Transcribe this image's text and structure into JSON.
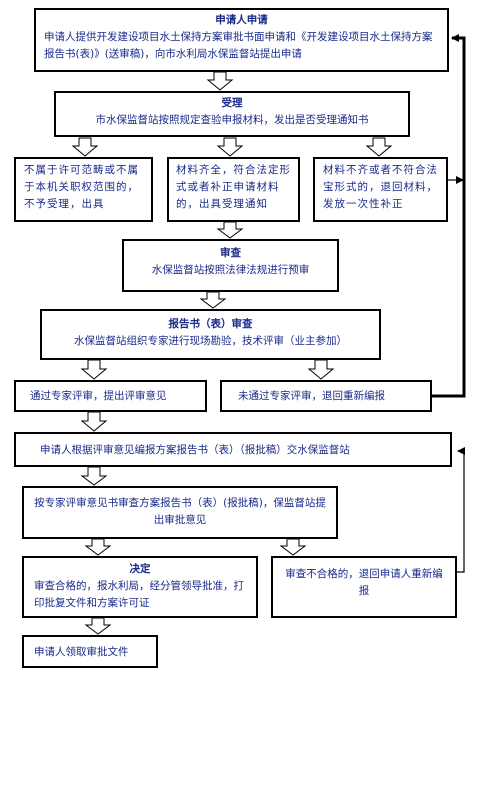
{
  "nodes": {
    "apply": {
      "title": "申请人申请",
      "text": "申请人提供开发建设项目水土保持方案审批书面申请和《开发建设项目水土保持方案报告书(表)》(送审稿)，向市水利局水保监督站提出申请"
    },
    "accept": {
      "title": "受理",
      "text": "市水保监督站按照规定查验申报材料，发出是否受理通知书"
    },
    "not_in_scope": {
      "text": "不属于许可范畴或不属于本机关职权范围的，不予受理，出具"
    },
    "complete": {
      "text": "材料齐全，符合法定形式或者补正申请材料的，出具受理通知"
    },
    "incomplete": {
      "text": "材料不齐或者不符合法宝形式的，退回材料，发放一次性补正"
    },
    "review": {
      "title": "审查",
      "text": "水保监督站按照法律法规进行预审"
    },
    "report_review": {
      "title": "报告书（表）审查",
      "text": "水保监督站组织专家进行现场勘验，技术评审（业主参加）"
    },
    "pass_expert": {
      "text": "通过专家评审，提出评审意见"
    },
    "fail_expert": {
      "text": "未通过专家评审，退回重新编报"
    },
    "submit_report": {
      "text": "申请人根据评审意见编报方案报告书（表）（报批稿）交水保监督站"
    },
    "examine_report": {
      "text": "按专家评审意见书审查方案报告书（表）(报批稿)，保监督站提出审批意见"
    },
    "decision": {
      "title": "决定",
      "text": "审查合格的，报水利局，经分管领导批准，打印批复文件和方案许可证"
    },
    "unqualified": {
      "text": "审查不合格的，退回申请人重新编报"
    },
    "collect": {
      "text": "申请人领取审批文件"
    }
  }
}
